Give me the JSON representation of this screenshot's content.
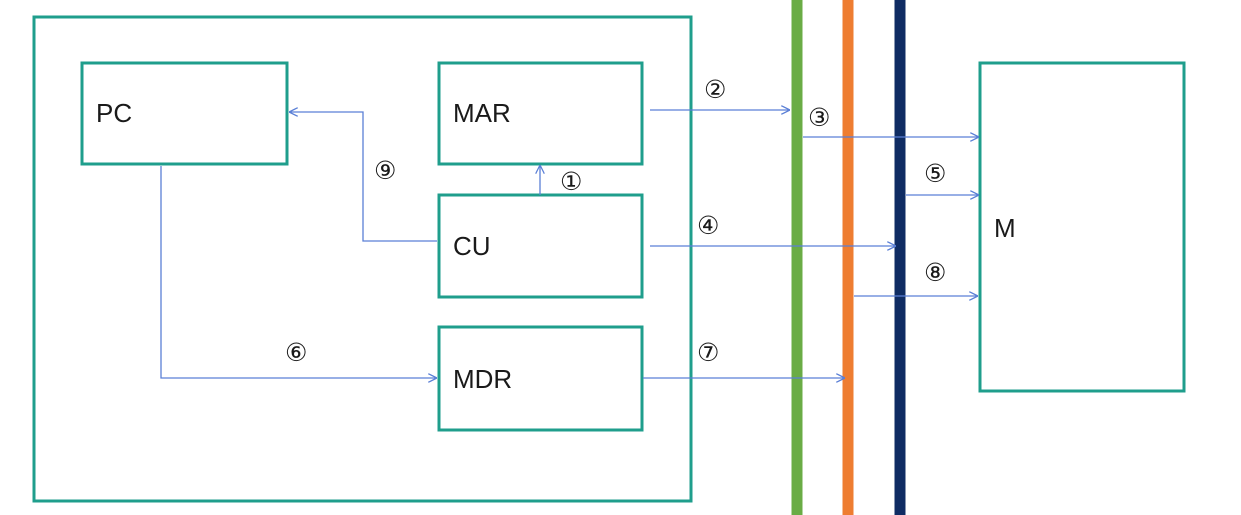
{
  "colors": {
    "cpu_border": "#1f9e8c",
    "register_border": "#1f9e8c",
    "memory_border": "#1f9e8c",
    "arrow": "#5a7fd6",
    "bus_green": "#6aac45",
    "bus_orange": "#ee7d31",
    "bus_navy": "#0f2c63"
  },
  "registers": {
    "pc": "PC",
    "mar": "MAR",
    "cu": "CU",
    "mdr": "MDR"
  },
  "memory": {
    "label": "M"
  },
  "steps": {
    "s1": "①",
    "s2": "②",
    "s3": "③",
    "s4": "④",
    "s5": "⑤",
    "s6": "⑥",
    "s7": "⑦",
    "s8": "⑧",
    "s9": "⑨"
  }
}
